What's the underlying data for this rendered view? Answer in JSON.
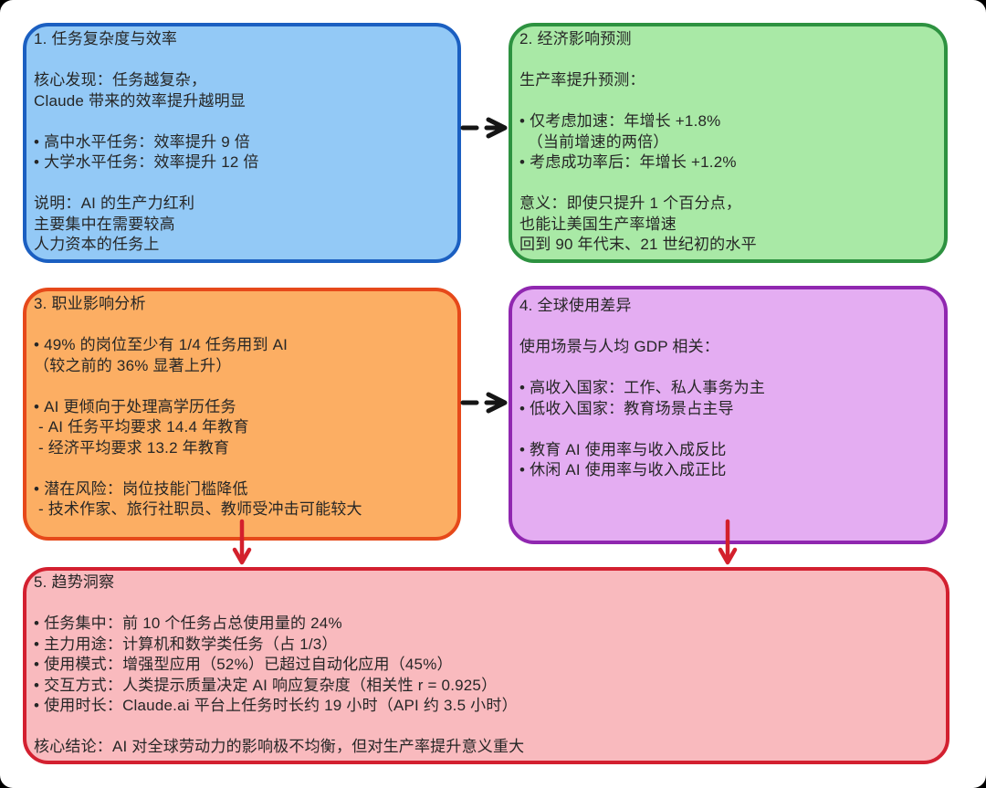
{
  "canvas": {
    "background": "#ffffff",
    "outer_corner_color": "#000000"
  },
  "boxes": [
    {
      "id": "task-complexity",
      "title": "1. 任务复杂度与效率",
      "body": "核心发现：任务越复杂，\nClaude 带来的效率提升越明显\n\n• 高中水平任务：效率提升 9 倍\n• 大学水平任务：效率提升 12 倍\n\n说明：AI 的生产力红利\n主要集中在需要较高\n人力资本的任务上",
      "fill": "#93c9f6",
      "border": "#1b5fc1"
    },
    {
      "id": "economic-impact",
      "title": "2. 经济影响预测",
      "body": "生产率提升预测：\n\n• 仅考虑加速：年增长 +1.8%\n　（当前增速的两倍）\n• 考虑成功率后：年增长 +1.2%\n\n意义：即使只提升 1 个百分点，\n也能让美国生产率增速\n回到 90 年代末、21 世纪初的水平",
      "fill": "#a9e9a6",
      "border": "#2d9240"
    },
    {
      "id": "occupation-impact",
      "title": "3. 职业影响分析",
      "body": "• 49% 的岗位至少有 1/4 任务用到 AI\n（较之前的 36% 显著上升）\n\n• AI 更倾向于处理高学历任务\n - AI 任务平均要求 14.4 年教育\n - 经济平均要求 13.2 年教育\n\n• 潜在风险：岗位技能门槛降低\n - 技术作家、旅行社职员、教师受冲击可能较大",
      "fill": "#fcae63",
      "border": "#e6491a"
    },
    {
      "id": "global-usage",
      "title": "4. 全球使用差异",
      "body": "使用场景与人均 GDP 相关：\n\n• 高收入国家：工作、私人事务为主\n• 低收入国家：教育场景占主导\n\n• 教育 AI 使用率与收入成反比\n• 休闲 AI 使用率与收入成正比",
      "fill": "#e4adf2",
      "border": "#9027b0"
    },
    {
      "id": "trend-insights",
      "title": "5. 趋势洞察",
      "body": "• 任务集中：前 10 个任务占总使用量的 24%\n• 主力用途：计算机和数学类任务（占 1/3）\n• 使用模式：增强型应用（52%）已超过自动化应用（45%）\n• 交互方式：人类提示质量决定 AI 响应复杂度（相关性 r = 0.925）\n• 使用时长：Claude.ai 平台上任务时长约 19 小时（API 约 3.5 小时）\n\n核心结论：AI 对全球劳动力的影响极不均衡，但对生产率提升意义重大",
      "fill": "#f9babe",
      "border": "#d32030"
    }
  ],
  "connectors": {
    "dashed_arrow_color": "#151515",
    "down_arrow_color": "#d3202c",
    "text_color": "#262626"
  }
}
